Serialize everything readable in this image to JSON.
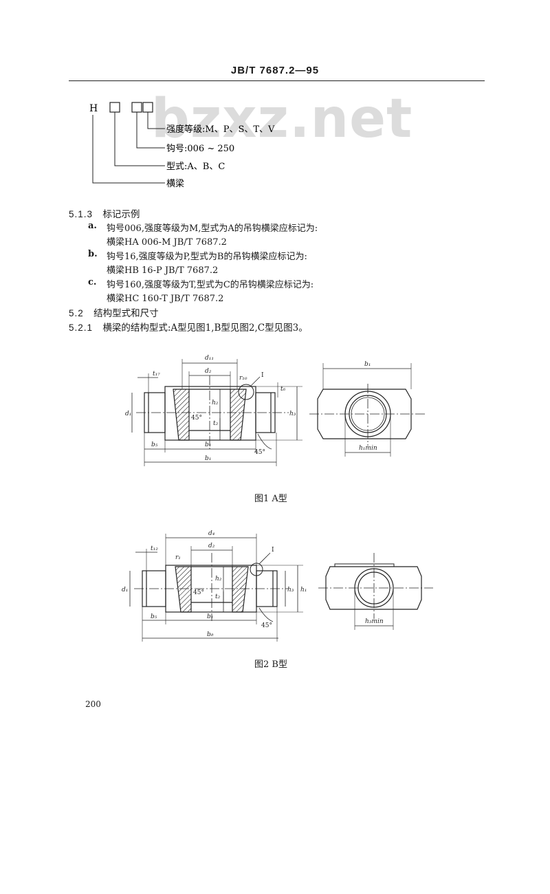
{
  "header": {
    "doc_code": "JB/T 7687.2—95"
  },
  "watermark": "bzxz.net",
  "designation": {
    "prefix": "H",
    "lines": [
      "强度等级:M、P、S、T、V",
      "钩号:006 ~ 250",
      "型式:A、B、C",
      "横梁"
    ]
  },
  "section_513": {
    "number": "5.1.3",
    "title": "标记示例",
    "items": [
      {
        "letter": "a.",
        "text": "钩号006,强度等级为M,型式为A的吊钩横梁应标记为:",
        "mark": "横梁HA 006-M   JB/T 7687.2"
      },
      {
        "letter": "b.",
        "text": "钩号16,强度等级为P,型式为B的吊钩横梁应标记为:",
        "mark": "横梁HB 16-P   JB/T 7687.2"
      },
      {
        "letter": "c.",
        "text": "钩号160,强度等级为T,型式为C的吊钩横梁应标记为:",
        "mark": "横梁HC 160-T   JB/T 7687.2"
      }
    ]
  },
  "section_52": {
    "number": "5.2",
    "title": "结构型式和尺寸"
  },
  "section_521": {
    "number": "5.2.1",
    "text": "横梁的结构型式:A型见图1,B型见图2,C型见图3。"
  },
  "figure1": {
    "caption": "图1   A型",
    "labels": {
      "d_top": "d₁₁",
      "d2": "d₂",
      "t_left": "t₁₇",
      "r": "r₁₀",
      "detail": "I",
      "t6": "t₆",
      "d1": "d₁",
      "h2": "h₂",
      "angle_inner": "45°",
      "t2": "t₂",
      "h3": "h₃",
      "b5": "b₅",
      "b1": "b₁",
      "angle_outer": "45°",
      "b_total": "b₁",
      "b_side": "b₁",
      "h_bottom": "h₁min"
    }
  },
  "figure2": {
    "caption": "图2   B型",
    "labels": {
      "d_top": "d₄",
      "d2": "d₂",
      "t_left": "t₁₂",
      "r": "r₁",
      "detail": "I",
      "d1": "d₁",
      "h2": "h₂",
      "angle_inner": "45°",
      "t2": "t₂",
      "h3": "h₃",
      "h1": "h₁",
      "b5": "b₅",
      "b1": "b₁",
      "angle_outer": "45°",
      "b_total": "b₈",
      "h_bottom": "h₃min"
    }
  },
  "page_number": "200"
}
